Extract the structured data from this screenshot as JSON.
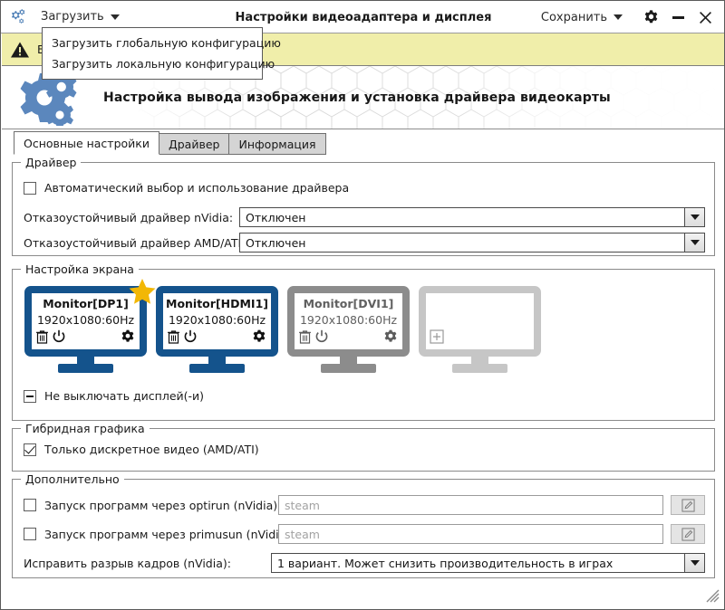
{
  "window": {
    "title": "Настройки видеоадаптера и дисплея",
    "app_icon": "gears-icon",
    "minimize_label": "—",
    "close_label": "✕"
  },
  "titlebar": {
    "load_menu_label": "Загрузить",
    "save_menu_label": "Сохранить",
    "settings_icon": "gear-icon"
  },
  "dropdown": {
    "open": true,
    "items": [
      {
        "label": "Загрузить глобальную конфигурацию",
        "name": "menu-item-load-global"
      },
      {
        "label": "Загрузить локальную конфигурацию",
        "name": "menu-item-load-local"
      }
    ]
  },
  "warning": {
    "icon": "warning-triangle-icon",
    "text": "В",
    "background": "#f0eeaa"
  },
  "banner": {
    "title": "Настройка вывода изображения и установка драйвера видеокарты",
    "icon": "gears-icon"
  },
  "tabs": [
    {
      "label": "Основные настройки",
      "active": true,
      "name": "tab-main-settings"
    },
    {
      "label": "Драйвер",
      "active": false,
      "name": "tab-driver"
    },
    {
      "label": "Информация",
      "active": false,
      "name": "tab-information"
    }
  ],
  "driver_group": {
    "legend": "Драйвер",
    "auto_select": {
      "label": "Автоматический выбор и использование драйвера",
      "checked": false
    },
    "nvidia": {
      "label": "Отказоустойчивый драйвер nVidia:",
      "value": "Отключен"
    },
    "amd": {
      "label": "Отказоустойчивый драйвер AMD/ATI:",
      "value": "Отключен"
    }
  },
  "screen_group": {
    "legend": "Настройка экрана",
    "monitors": [
      {
        "name": "Monitor[DP1]",
        "resolution": "1920x1080:60Hz",
        "state": "primary",
        "starred": true,
        "color": "#14538c",
        "icons": [
          "trash-icon",
          "power-icon",
          "gear-icon"
        ]
      },
      {
        "name": "Monitor[HDMI1]",
        "resolution": "1920x1080:60Hz",
        "state": "active",
        "starred": false,
        "color": "#14538c",
        "icons": [
          "trash-icon",
          "power-icon",
          "gear-icon"
        ]
      },
      {
        "name": "Monitor[DVI1]",
        "resolution": "1920x1080:60Hz",
        "state": "disabled",
        "starred": false,
        "color": "#8c8c8c",
        "icons": [
          "trash-icon",
          "power-icon",
          "gear-icon"
        ]
      },
      {
        "name": "",
        "resolution": "",
        "state": "empty",
        "starred": false,
        "color": "#c6c6c6",
        "icons": [
          "plus-box-icon"
        ]
      }
    ],
    "keep_on": {
      "label": "Не выключать дисплей(-и)",
      "state": "partial"
    }
  },
  "hybrid_group": {
    "legend": "Гибридная графика",
    "discrete_only": {
      "label": "Только дискретное видео (AMD/ATI)",
      "checked": true
    }
  },
  "extra_group": {
    "legend": "Дополнительно",
    "optirun": {
      "label": "Запуск программ через optirun (nVidia):",
      "checked": false,
      "placeholder": "steam",
      "value": "",
      "button_icon": "edit-pencil-icon"
    },
    "primusun": {
      "label": "Запуск программ через primusun (nVidia):",
      "checked": false,
      "placeholder": "steam",
      "value": "",
      "button_icon": "edit-pencil-icon"
    },
    "tearfix": {
      "label": "Исправить разрыв кадров (nVidia):",
      "value": "1 вариант. Может снизить производительность в играх"
    }
  },
  "statusbar": {
    "resize_grip": "resize-grip-icon"
  }
}
